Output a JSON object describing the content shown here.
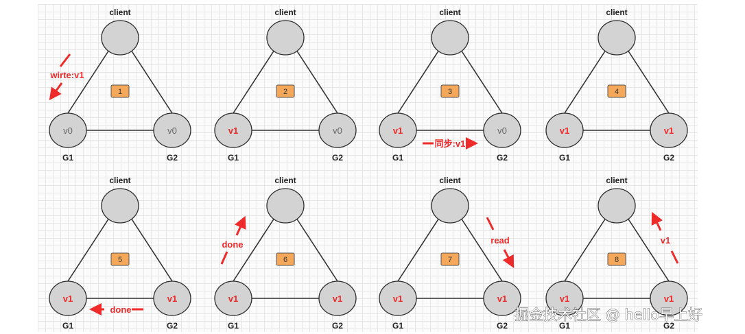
{
  "panels": [
    {
      "step": "1",
      "client": "client",
      "g1": {
        "label": "G1",
        "value": "v0"
      },
      "g2": {
        "label": "G2",
        "value": "v0"
      },
      "annotation": {
        "text": "wirte:v1",
        "kind": "client-to-g1"
      }
    },
    {
      "step": "2",
      "client": "client",
      "g1": {
        "label": "G1",
        "value": "v1"
      },
      "g2": {
        "label": "G2",
        "value": "v0"
      },
      "annotation": null
    },
    {
      "step": "3",
      "client": "client",
      "g1": {
        "label": "G1",
        "value": "v1"
      },
      "g2": {
        "label": "G2",
        "value": "v0"
      },
      "annotation": {
        "text": "同步:v1",
        "kind": "g1-to-g2"
      }
    },
    {
      "step": "4",
      "client": "client",
      "g1": {
        "label": "G1",
        "value": "v1"
      },
      "g2": {
        "label": "G2",
        "value": "v1"
      },
      "annotation": null
    },
    {
      "step": "5",
      "client": "client",
      "g1": {
        "label": "G1",
        "value": "v1"
      },
      "g2": {
        "label": "G2",
        "value": "v1"
      },
      "annotation": {
        "text": "done",
        "kind": "g2-to-g1"
      }
    },
    {
      "step": "6",
      "client": "client",
      "g1": {
        "label": "G1",
        "value": "v1"
      },
      "g2": {
        "label": "G2",
        "value": "v1"
      },
      "annotation": {
        "text": "done",
        "kind": "g1-to-client"
      }
    },
    {
      "step": "7",
      "client": "client",
      "g1": {
        "label": "G1",
        "value": "v1"
      },
      "g2": {
        "label": "G2",
        "value": "v1"
      },
      "annotation": {
        "text": "read",
        "kind": "client-to-g2"
      }
    },
    {
      "step": "8",
      "client": "client",
      "g1": {
        "label": "G1",
        "value": "v1"
      },
      "g2": {
        "label": "G2",
        "value": "v1"
      },
      "annotation": {
        "text": "v1",
        "kind": "g2-to-client"
      }
    }
  ],
  "colors": {
    "highlight": "#ee2a2a",
    "node_fill": "#d3d3d3",
    "step_badge": "#f5a85a"
  },
  "watermark": "掘金技术社区 @ hello早上好"
}
